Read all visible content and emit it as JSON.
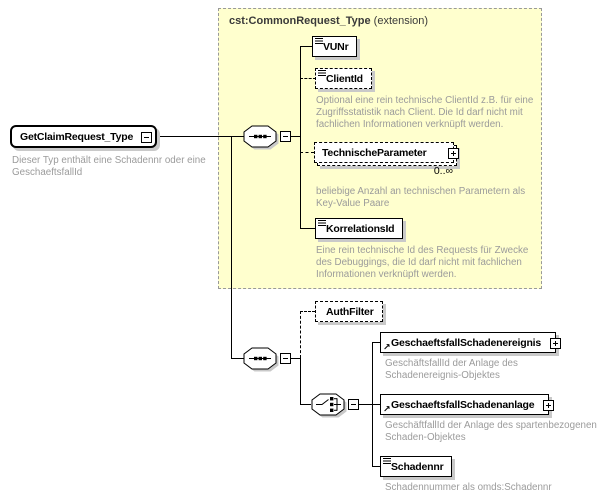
{
  "diagram": {
    "root": {
      "label": "GetClaimRequest_Type",
      "annotation": "Dieser Typ enthält eine Schadennr oder eine GeschaeftsfallId"
    },
    "extension": {
      "title": "cst:CommonRequest_Type",
      "suffix": " (extension)"
    },
    "elements": {
      "vunr": {
        "label": "VUNr"
      },
      "clientid": {
        "label": "ClientId",
        "annotation": "Optional eine rein technische ClientId z.B. für eine Zugriffsstatistik nach Client. Die Id darf nicht mit fachlichen Informationen verknüpft werden."
      },
      "technische_parameter": {
        "label": "TechnischeParameter",
        "occurrence": "0..∞",
        "annotation": "beliebige Anzahl an technischen Parametern als Key-Value Paare"
      },
      "korrelationsid": {
        "label": "KorrelationsId",
        "annotation": "Eine rein technische Id des Requests für Zwecke des Debuggings, die Id darf nicht mit fachlichen Informationen verknüpft werden."
      },
      "authfilter": {
        "label": "AuthFilter"
      },
      "geschaeftsfall_schadenereignis": {
        "label": "GeschaeftsfallSchadenereignis",
        "annotation": "GeschäftsfallId der Anlage des Schadenereignis-Objektes"
      },
      "geschaeftsfall_schadenanlage": {
        "label": "GeschaeftsfallSchadenanlage",
        "annotation": "GeschäftfallId der Anlage des spartenbezogenen Schaden-Objektes"
      },
      "schadennr": {
        "label": "Schadennr",
        "annotation": "Schadennummer als omds:Schadennr"
      }
    },
    "icons": {
      "element_reference": "↗"
    },
    "colors": {
      "extension_bg": "#FFFFCE",
      "extension_border": "#999999",
      "annotation_text": "#9B9B9B",
      "connector": "#000000",
      "box_shadow": "#C9C9C9"
    }
  }
}
